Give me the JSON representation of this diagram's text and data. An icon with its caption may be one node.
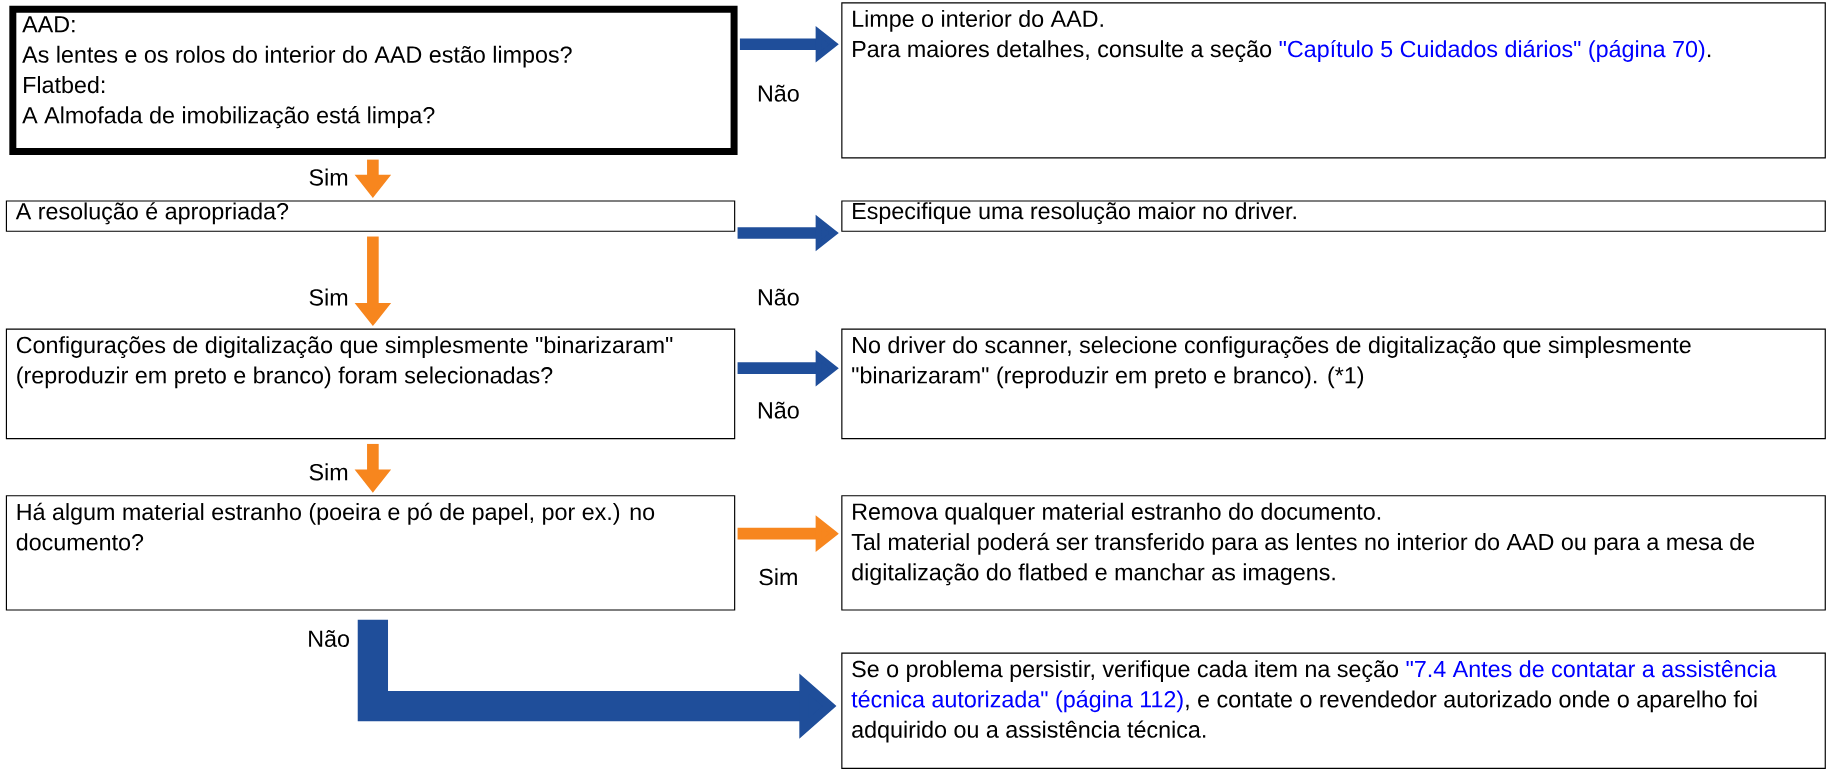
{
  "diagram": {
    "nodes": [
      {
        "text": [
          "AAD:",
          "As lentes e os rolos do interior do AAD estão limpos?",
          "Flatbed:",
          "A Almofada de imobilização está limpa?"
        ]
      },
      {
        "text": [
          "Limpe o interior do AAD.",
          "Para maiores detalhes, consulte a seção",
          "\"Capítulo 5 Cuidados diários\" (página 70)",
          "."
        ]
      },
      {
        "text": [
          "A resolução é apropriada?"
        ]
      },
      {
        "text": [
          "Especifique uma resolução maior no driver."
        ]
      },
      {
        "text": [
          "Configurações de digitalização que simplesmente \"binarizaram\" (reproduzir em preto e branco) foram selecionadas?"
        ]
      },
      {
        "text": [
          "No driver do scanner, selecione configurações de digitalização que simplesmente \"binarizaram\" (reproduzir em preto e branco). (*1)"
        ]
      },
      {
        "text": [
          "Há algum material estranho (poeira e pó de papel, por ex.) no documento?"
        ]
      },
      {
        "text": [
          "Remova qualquer material estranho do documento.",
          "Tal material poderá ser transferido para as lentes no interior do AAD ou para a mesa de digitalização do flatbed e manchar as imagens."
        ]
      },
      {
        "text": [
          "Se o problema persistir, verifique cada item na seção",
          "\"7.4 Antes de contatar a assistência técnica autorizada\" (página 112)",
          ", e contate o revendedor autorizado onde o aparelho foi adquirido ou a assistência técnica."
        ]
      }
    ],
    "edges": [
      {
        "from": 0,
        "to": 1,
        "arrow": "to",
        "label": "Não",
        "color": "#1f4e9a"
      },
      {
        "from": 0,
        "to": 2,
        "arrow": "to",
        "label": "Sim",
        "color": "#f7861e"
      },
      {
        "from": 2,
        "to": 3,
        "arrow": "to",
        "label": "Não",
        "color": "#1f4e9a"
      },
      {
        "from": 2,
        "to": 4,
        "arrow": "to",
        "label": "Sim",
        "color": "#f7861e"
      },
      {
        "from": 4,
        "to": 5,
        "arrow": "to",
        "label": "Não",
        "color": "#1f4e9a"
      },
      {
        "from": 4,
        "to": 6,
        "arrow": "to",
        "label": "Sim",
        "color": "#f7861e"
      },
      {
        "from": 6,
        "to": 7,
        "arrow": "to",
        "label": "Sim",
        "color": "#f7861e"
      },
      {
        "from": 6,
        "to": 8,
        "arrow": "to",
        "label": "Não",
        "color": "#1f4e9a",
        "style": "thick"
      }
    ]
  }
}
